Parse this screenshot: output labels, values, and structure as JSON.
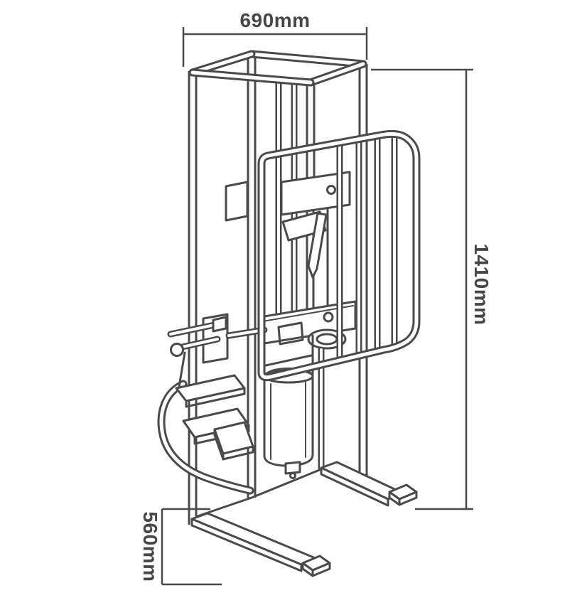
{
  "drawing": {
    "description": "Isometric technical line drawing of an upright machine with safety cage, hand lever, cylinder and fork base",
    "line_color": "#4a4a4a",
    "label_color": "#464646",
    "background": "#ffffff",
    "dimensions": {
      "width": {
        "label": "690mm"
      },
      "height": {
        "label": "1410mm"
      },
      "base": {
        "label": "560mm"
      }
    }
  }
}
